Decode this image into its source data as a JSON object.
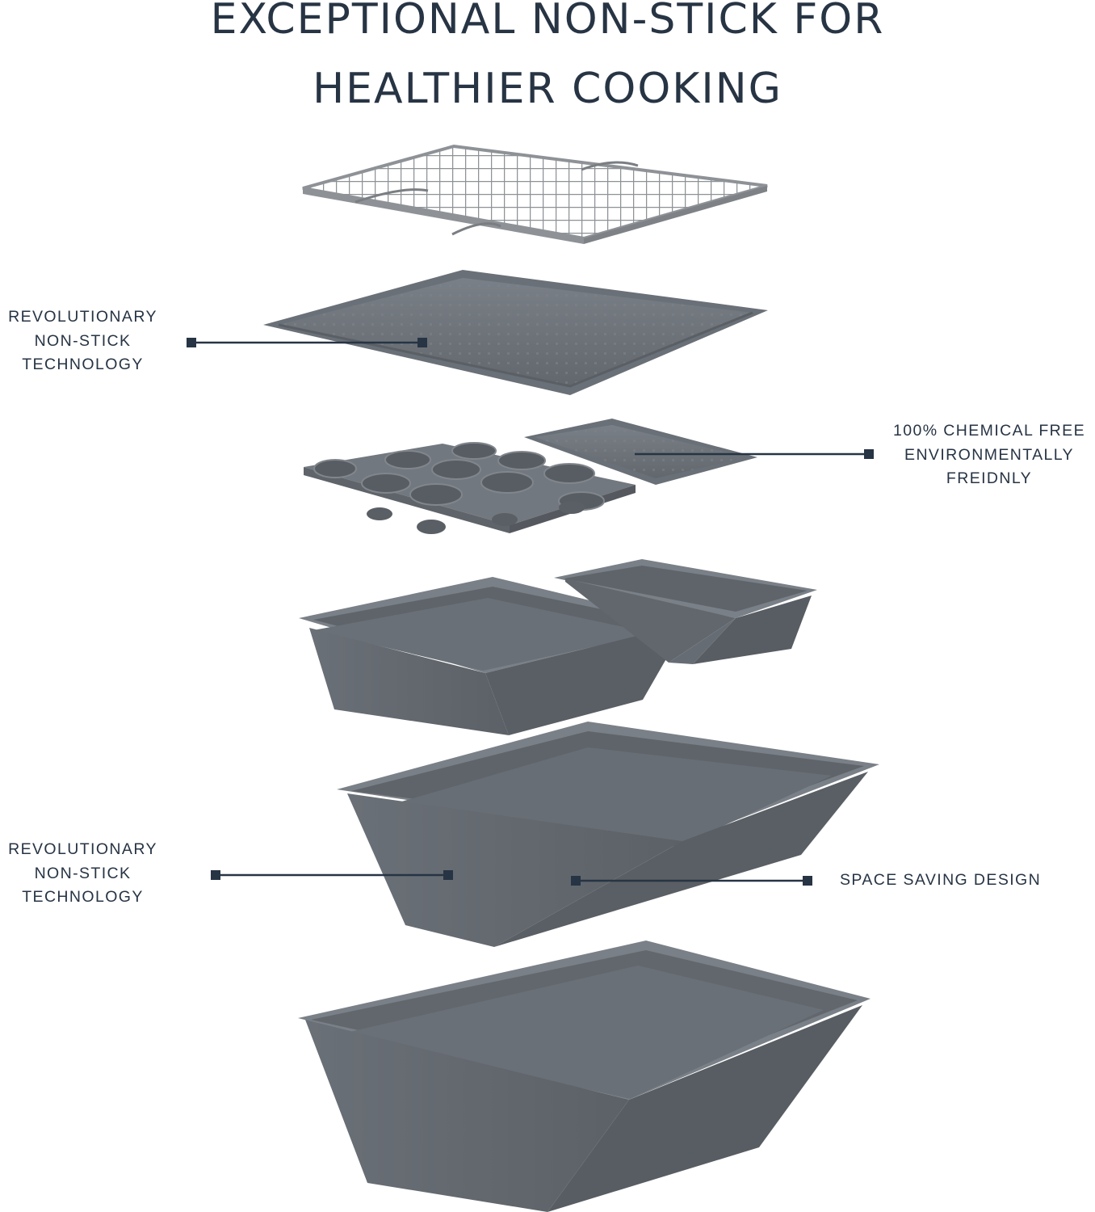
{
  "headline": {
    "line1": "EXCEPTIONAL NON-STICK FOR",
    "line2": "HEALTHIER COOKING"
  },
  "callouts": [
    {
      "lines": [
        "REVOLUTIONARY",
        "NON-STICK",
        "TECHNOLOGY"
      ]
    },
    {
      "lines": [
        "100% CHEMICAL FREE",
        "ENVIRONMENTALLY",
        "FREIDNLY"
      ]
    },
    {
      "lines": [
        "REVOLUTIONARY",
        "NON-STICK",
        "TECHNOLOGY"
      ]
    },
    {
      "lines": [
        "SPACE SAVING DESIGN"
      ]
    }
  ],
  "colors": {
    "text": "#273444",
    "pan": "#6e747b",
    "pan_light": "#8a9097",
    "pan_dark": "#555a60",
    "rack": "#8e9296"
  }
}
